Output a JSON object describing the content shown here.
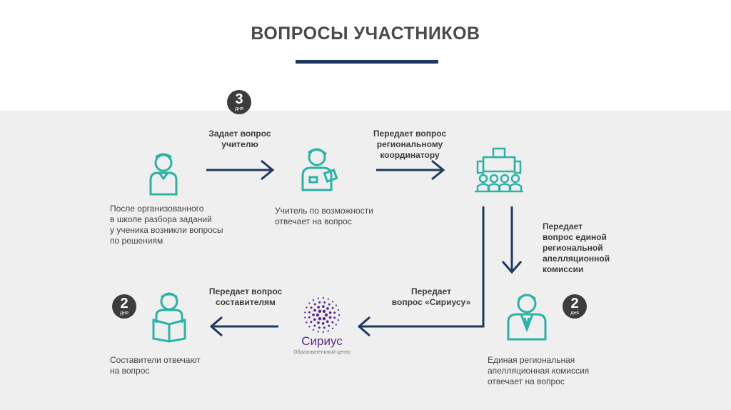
{
  "title": "ВОПРОСЫ УЧАСТНИКОВ",
  "colors": {
    "accent": "#1e3a5f",
    "icon": "#2bb3a6",
    "panel": "#efefef",
    "badge": "#3c3c3c",
    "logo": "#5b2a86"
  },
  "badges": {
    "top": {
      "num": "3",
      "unit": "дня"
    },
    "bottom_left": {
      "num": "2",
      "unit": "дня"
    },
    "bottom_right": {
      "num": "2",
      "unit": "дня"
    }
  },
  "arrows": {
    "to_teacher": "Задает вопрос\nучителю",
    "to_coordinator": "Передает вопрос\nрегиональному\nкоординатору",
    "to_commission": "Передает\nвопрос единой\nрегиональной\nапелляционной\nкомиссии",
    "to_sirius": "Передает\nвопрос «Сириусу»",
    "to_authors": "Передает вопрос\nсоставителям"
  },
  "nodes": {
    "student": {
      "icon": "student-icon",
      "caption": "После организованного\nв школе разбора заданий\nу ученика возникли вопросы\nпо решениям"
    },
    "teacher": {
      "icon": "teacher-icon",
      "caption": "Учитель по возможности\nотвечает на вопрос"
    },
    "coordinator": {
      "icon": "building-people-icon"
    },
    "commission": {
      "icon": "official-icon",
      "caption": "Единая региональная\nапелляционная комиссия\nотвечает на вопрос"
    },
    "sirius": {
      "icon": "sirius-logo-icon",
      "name": "Сириус",
      "subtitle": "Образовательный центр"
    },
    "authors": {
      "icon": "reader-icon",
      "caption": "Составители отвечают\nна вопрос"
    }
  }
}
